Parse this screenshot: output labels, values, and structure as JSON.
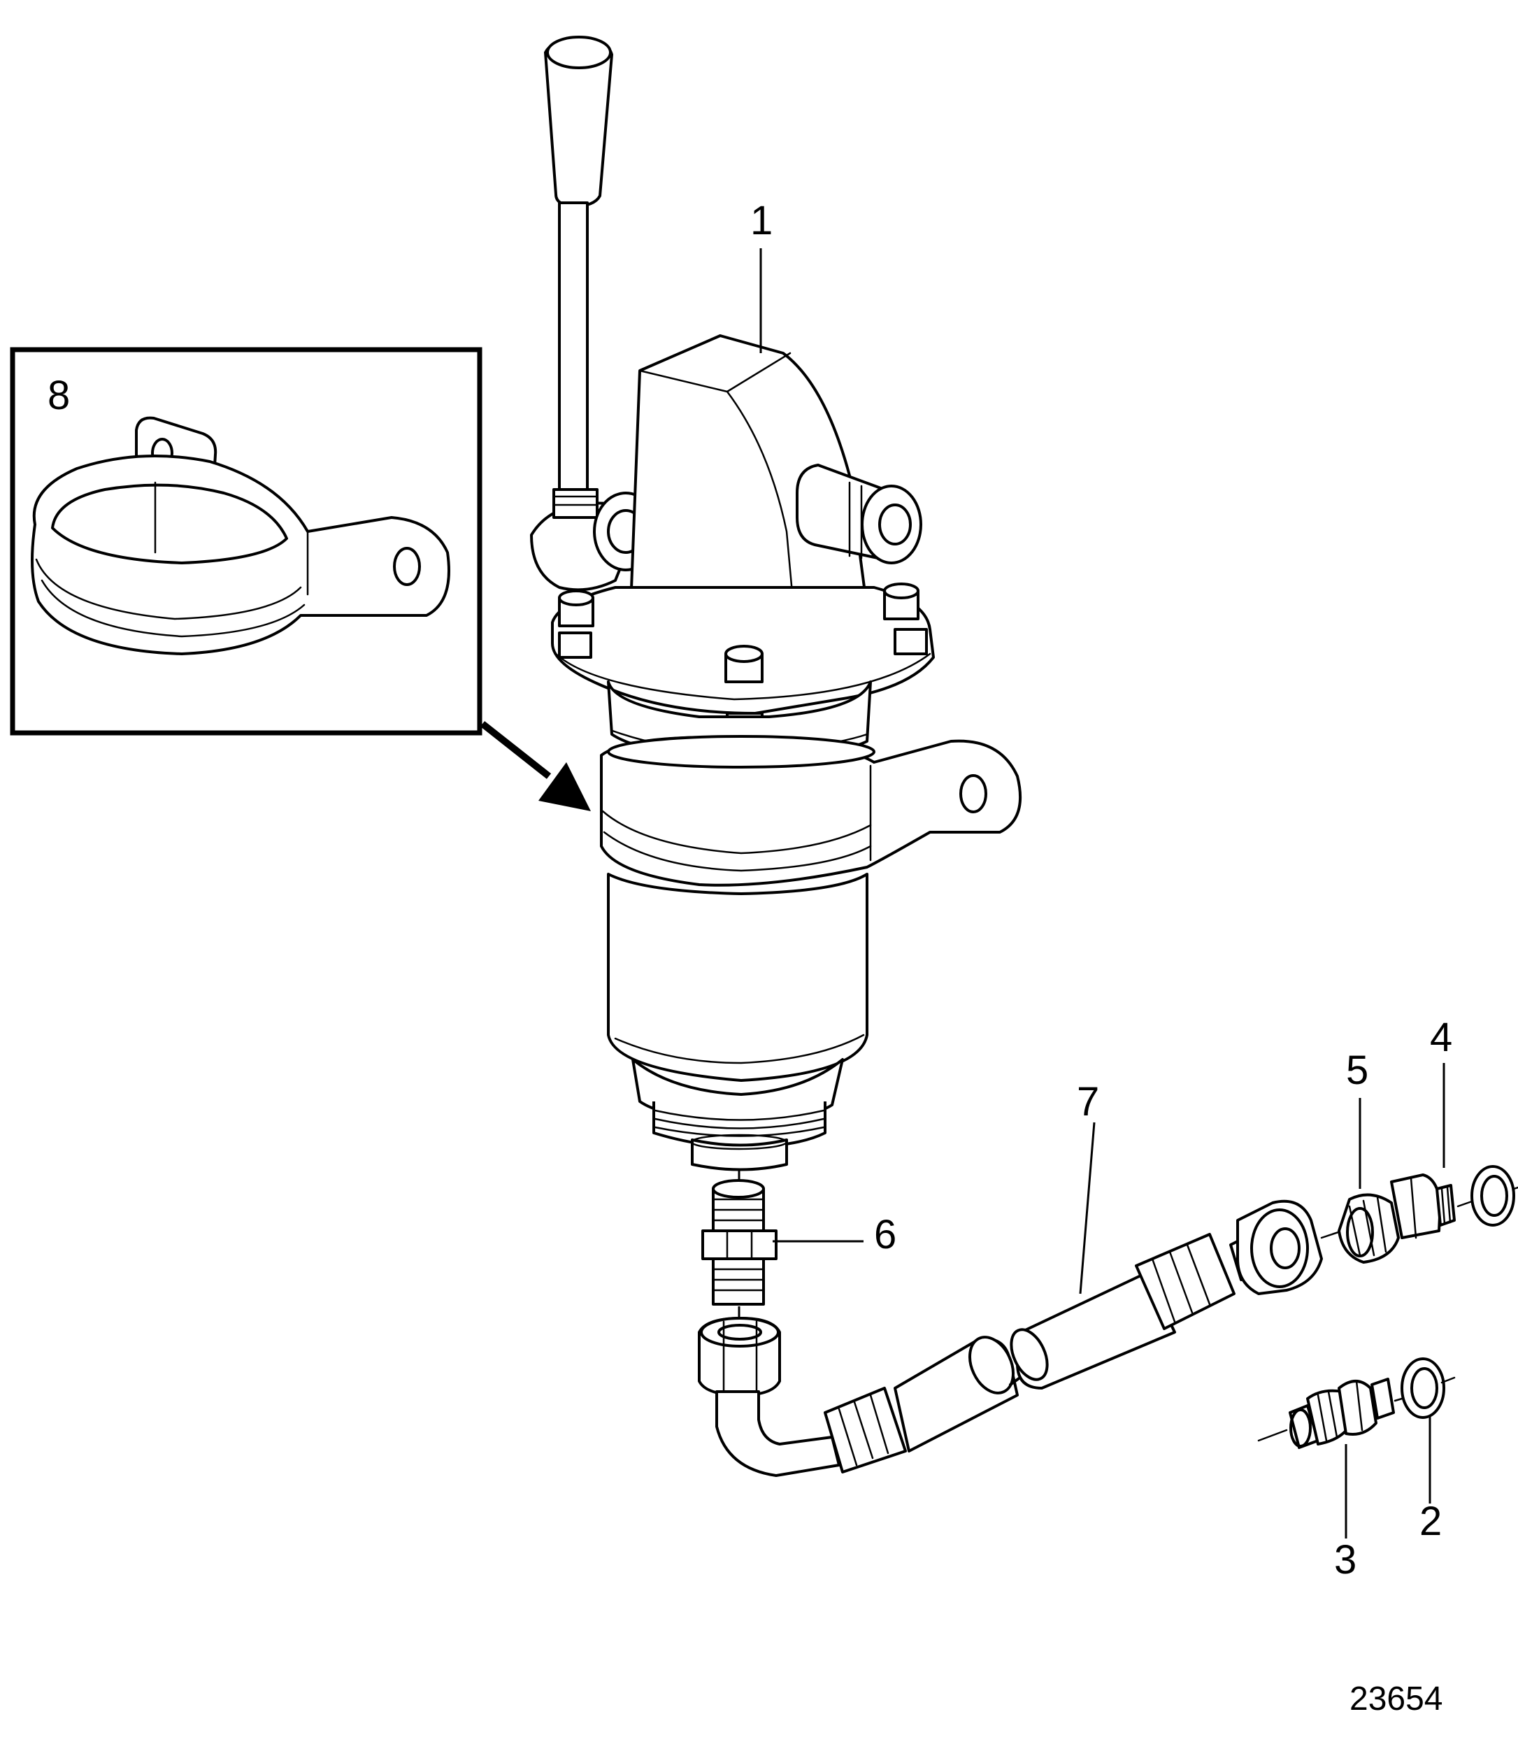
{
  "callouts": {
    "c1": "1",
    "c2": "2",
    "c3": "3",
    "c4": "4",
    "c5": "5",
    "c6": "6",
    "c7": "7",
    "c8": "8"
  },
  "figure_number": "23654"
}
